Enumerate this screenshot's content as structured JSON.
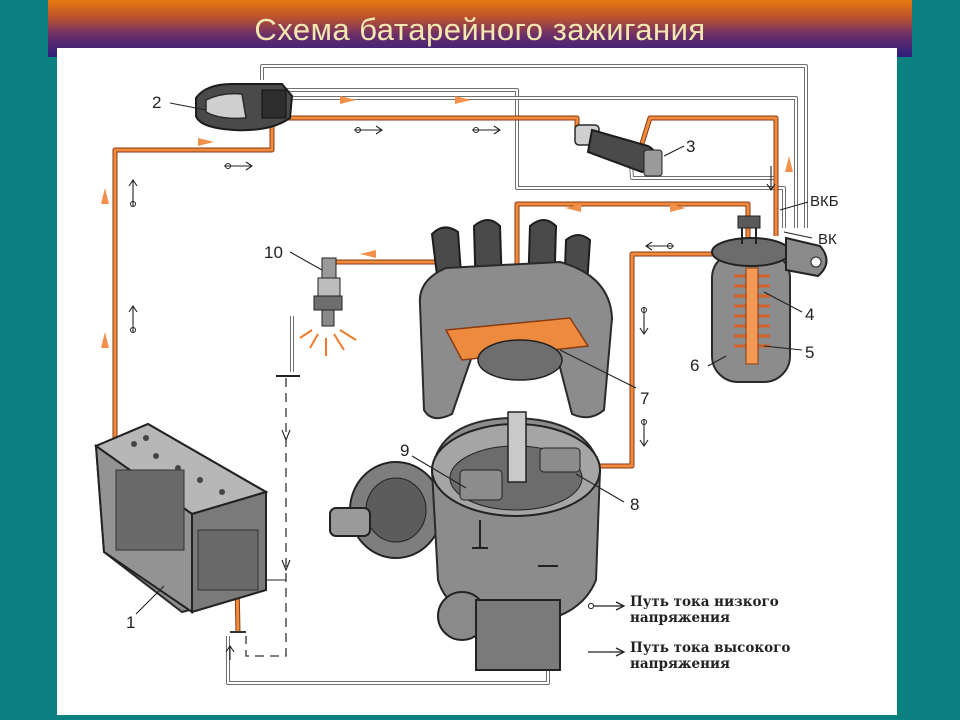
{
  "title": "Схема батарейного зажигания",
  "labels": {
    "n1": "1",
    "n2": "2",
    "n3": "3",
    "n4": "4",
    "n5": "5",
    "n6": "6",
    "n7": "7",
    "n8": "8",
    "n9": "9",
    "n10": "10",
    "vkb": "ВКБ",
    "vk": "ВК"
  },
  "legend": {
    "low_line1": "Путь тока низкого",
    "low_line2": "напряжения",
    "high_line1": "Путь тока высокого",
    "high_line2": "напряжения"
  },
  "colors": {
    "background": "#0b8080",
    "title_text": "#f3e7b0",
    "wire_low": "#707070",
    "wire_high": "#f08a3c"
  }
}
